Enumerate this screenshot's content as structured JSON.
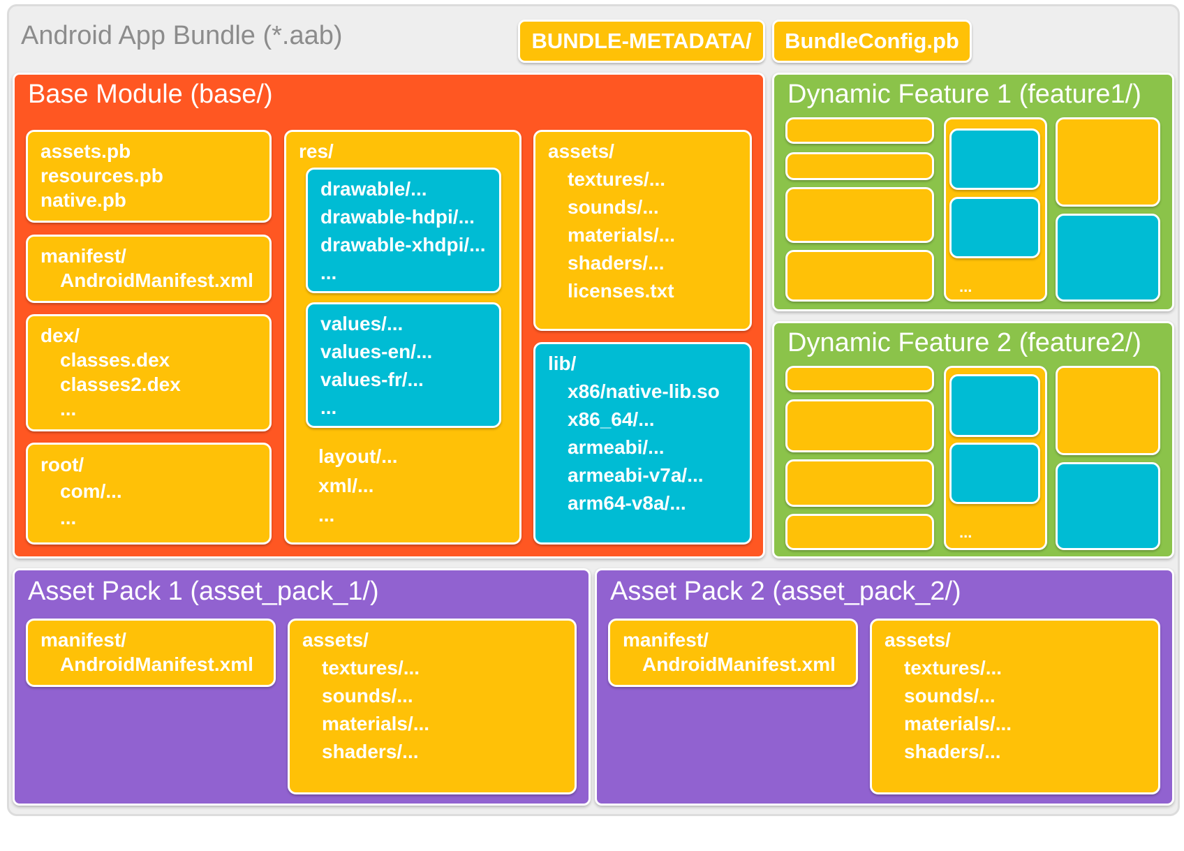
{
  "bundle": {
    "title": "Android App Bundle (*.aab)",
    "metadata_label": "BUNDLE-METADATA/",
    "config_label": "BundleConfig.pb"
  },
  "base_module": {
    "title": "Base Module (base/)",
    "pb_files": [
      "assets.pb",
      "resources.pb",
      "native.pb"
    ],
    "manifest": {
      "folder": "manifest/",
      "file": "AndroidManifest.xml"
    },
    "dex": {
      "folder": "dex/",
      "files": [
        "classes.dex",
        "classes2.dex"
      ],
      "more": "..."
    },
    "root": {
      "folder": "root/",
      "sub": "com/...",
      "more": "..."
    },
    "res": {
      "folder": "res/",
      "drawables": [
        "drawable/...",
        "drawable-hdpi/...",
        "drawable-xhdpi/...",
        "..."
      ],
      "values": [
        "values/...",
        "values-en/...",
        "values-fr/...",
        "..."
      ],
      "others": [
        "layout/...",
        "xml/...",
        "..."
      ]
    },
    "assets": {
      "folder": "assets/",
      "items": [
        "textures/...",
        "sounds/...",
        "materials/...",
        "shaders/...",
        "licenses.txt"
      ]
    },
    "lib": {
      "folder": "lib/",
      "items": [
        "x86/native-lib.so",
        "x86_64/...",
        "armeabi/...",
        "armeabi-v7a/...",
        "arm64-v8a/..."
      ]
    }
  },
  "feature1": {
    "title": "Dynamic Feature 1 (feature1/)",
    "more": "..."
  },
  "feature2": {
    "title": "Dynamic Feature 2 (feature2/)",
    "more": "..."
  },
  "asset_pack1": {
    "title": "Asset Pack 1 (asset_pack_1/)",
    "manifest": {
      "folder": "manifest/",
      "file": "AndroidManifest.xml"
    },
    "assets": {
      "folder": "assets/",
      "items": [
        "textures/...",
        "sounds/...",
        "materials/...",
        "shaders/..."
      ]
    }
  },
  "asset_pack2": {
    "title": "Asset Pack 2 (asset_pack_2/)",
    "manifest": {
      "folder": "manifest/",
      "file": "AndroidManifest.xml"
    },
    "assets": {
      "folder": "assets/",
      "items": [
        "textures/...",
        "sounds/...",
        "materials/...",
        "shaders/..."
      ]
    }
  },
  "colors": {
    "bundle_bg": "#eeeeee",
    "base_module": "#ff5722",
    "dynamic_feature": "#8bc34a",
    "asset_pack": "#9162d0",
    "folder_box": "#ffc107",
    "sub_folder_box": "#00bcd4"
  }
}
